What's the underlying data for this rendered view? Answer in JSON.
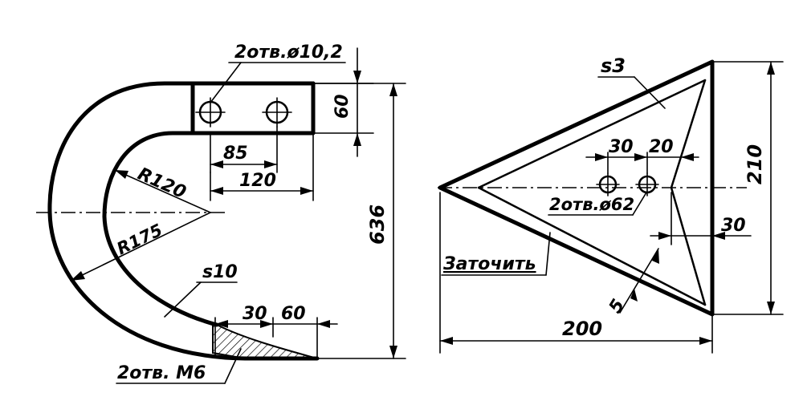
{
  "left_part": {
    "holes_label": "2отв.ø10,2",
    "dim_60": "60",
    "dim_85": "85",
    "dim_120": "120",
    "radius_120": "R120",
    "radius_175": "R175",
    "dim_636": "636",
    "thickness": "s10",
    "dim_30": "30",
    "dim_60_bottom": "60",
    "threads_label": "2отв. М6"
  },
  "right_part": {
    "thickness": "s3",
    "dim_30": "30",
    "dim_20": "20",
    "holes_label": "2отв.ø62",
    "dim_210": "210",
    "dim_30_right": "30",
    "sharpen_label": "Заточить",
    "dim_5": "5",
    "dim_200": "200"
  }
}
